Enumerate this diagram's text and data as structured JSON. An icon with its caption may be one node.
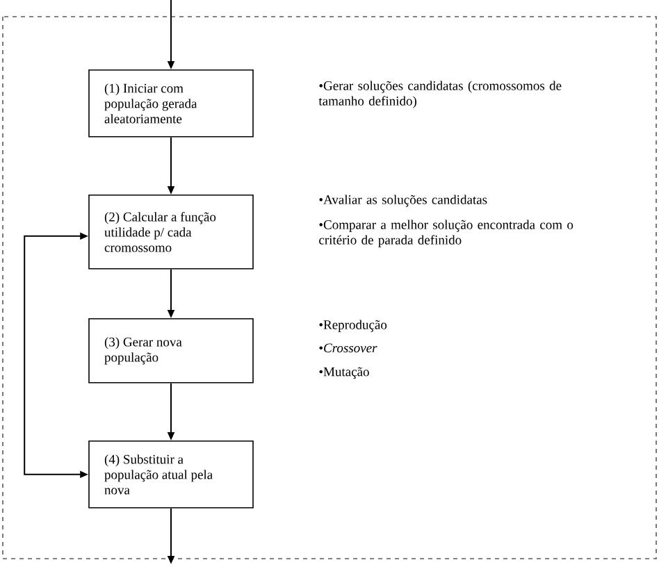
{
  "diagram": {
    "nodes": [
      {
        "text": [
          "(1) Iniciar com população gerada aleatoriamente"
        ]
      },
      {
        "text": [
          "(2) Calcular a função utilidade p/ cada cromossomo"
        ]
      },
      {
        "text": [
          "(3) Gerar nova população"
        ]
      },
      {
        "text": [
          "(4) Substituir a população atual pela nova"
        ]
      }
    ],
    "edges": [
      {
        "from": null,
        "to": 0,
        "arrow": "to"
      },
      {
        "from": 0,
        "to": 1,
        "arrow": "to"
      },
      {
        "from": 1,
        "to": 2,
        "arrow": "to"
      },
      {
        "from": 2,
        "to": 3,
        "arrow": "to"
      },
      {
        "from": 3,
        "to": 1,
        "arrow": "both"
      },
      {
        "from": 3,
        "to": null,
        "arrow": "to"
      }
    ],
    "labels": [
      "•Gerar soluções candidatas (cromossomos de tamanho definido)",
      "•Avaliar as soluções candidatas",
      "•Comparar a melhor solução encontrada com o critério de parada definido",
      "•Reprodução",
      "•*Crossover*",
      "•Mutação"
    ]
  }
}
